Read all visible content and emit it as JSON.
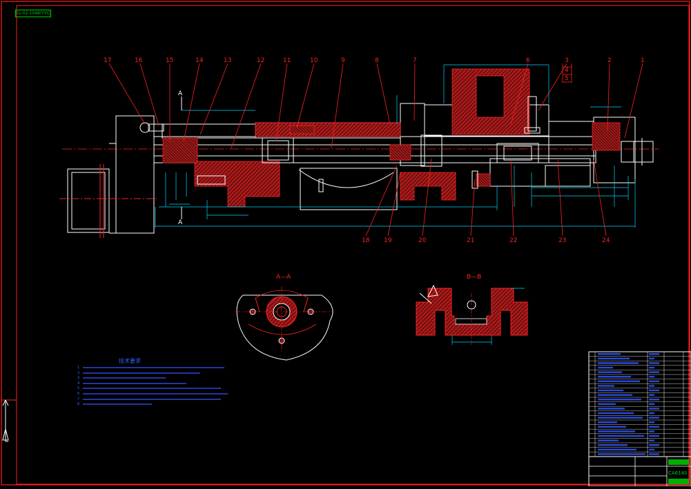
{
  "drawing": {
    "title_tag": "01-02-1048(YYO)",
    "balloons_top": [
      "17",
      "16",
      "15",
      "14",
      "13",
      "12",
      "11",
      "10",
      "9",
      "8",
      "7",
      "6",
      "3",
      "4",
      "5",
      "2",
      "1"
    ],
    "balloons_bottom": [
      "18",
      "19",
      "20",
      "21",
      "22",
      "23",
      "24"
    ],
    "section_aa": {
      "label": "A—A",
      "cut_marker": "A"
    },
    "section_bb": {
      "label": "B—B"
    },
    "technical_requirements": {
      "heading": "技术要求",
      "lines": [
        "1.",
        "2.",
        "3.",
        "4.",
        "5.",
        "6.",
        "7.",
        "8."
      ]
    },
    "title_block": {
      "code": "CA6140"
    }
  },
  "colors": {
    "background": "#000000",
    "frame": "#ff2020",
    "outline": "#ffffff",
    "hatch": "#d02020",
    "dimension": "#00d8ff",
    "text_blue": "#3060ff",
    "green": "#00d000",
    "yellow": "#ffff00"
  }
}
